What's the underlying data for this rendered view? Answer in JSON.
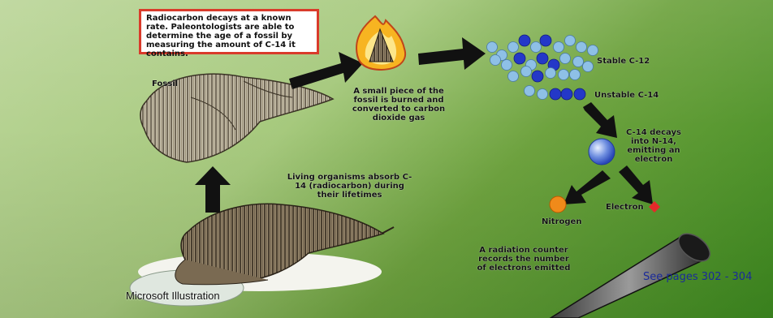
{
  "callout": "Radiocarbon decays at a known rate. Paleontologists are able to determine the age of a fossil by measuring the amount of C-14 it contains.",
  "labels": {
    "fossil": "Fossil",
    "burned": "A small piece of the fossil is burned and converted to carbon dioxide gas",
    "stable": "Stable C-12",
    "unstable": "Unstable C-14",
    "decays": "C-14 decays into N-14, emitting an electron",
    "living": "Living organisms absorb C-14 (radiocarbon) during their lifetimes",
    "nitrogen": "Nitrogen",
    "electron": "Electron",
    "counter": "A radiation counter records the number of electrons emitted"
  },
  "pages_note": "See pages 302 - 304",
  "credit": "Microsoft Illustration",
  "colors": {
    "callout_border": "#d93b2b",
    "c12": "#8ec0e6",
    "c14": "#2438c8",
    "nitrogen": "#f08a1a",
    "electron": "#e52a2a",
    "page_link": "#1a2a9a"
  }
}
